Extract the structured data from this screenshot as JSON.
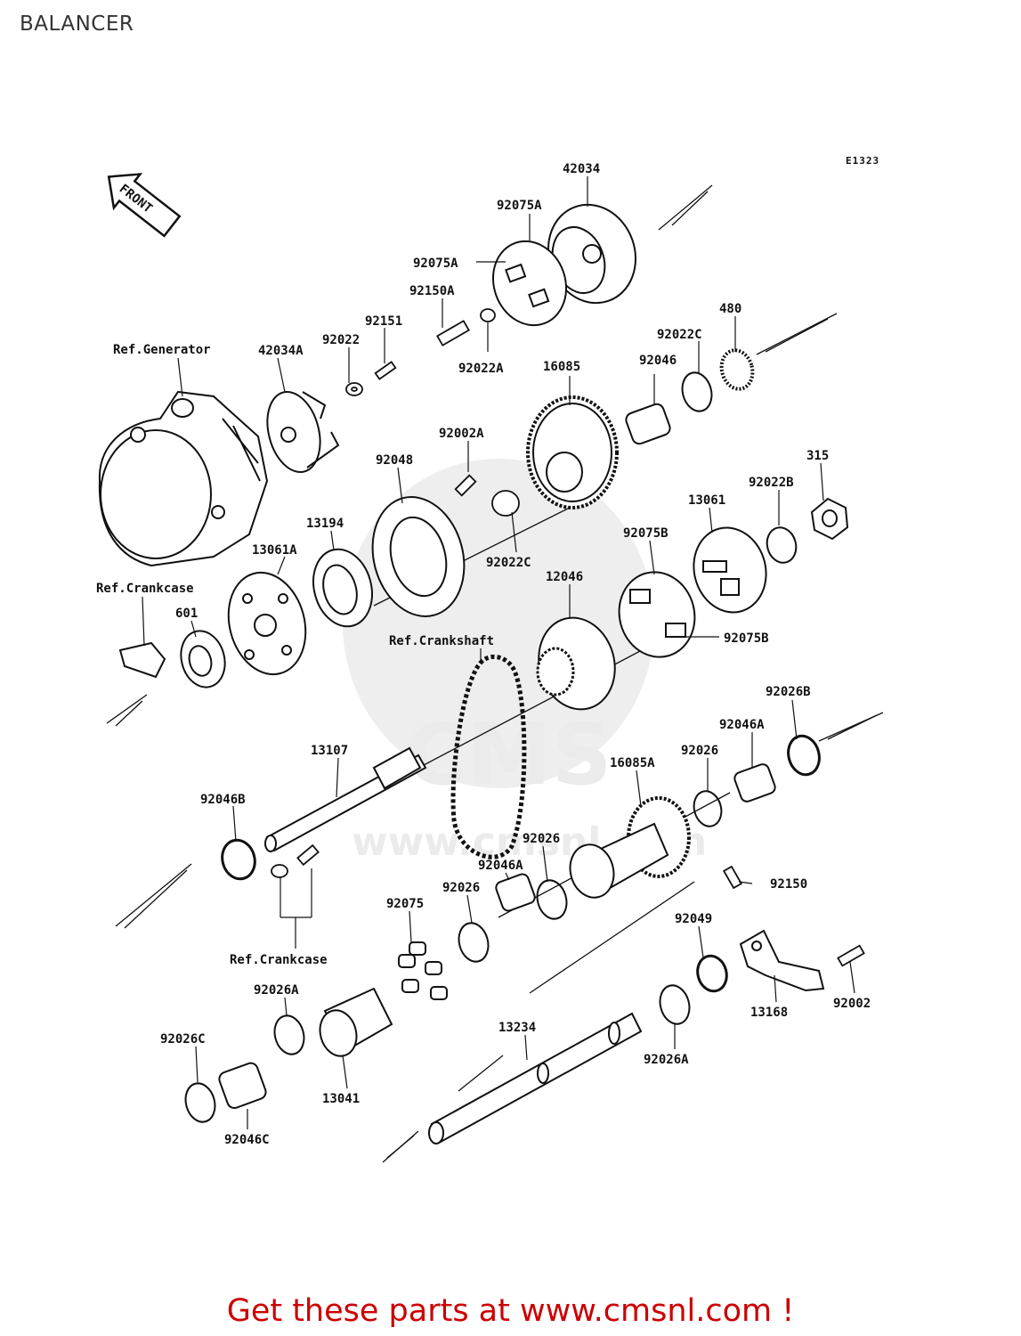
{
  "page_title": "BALANCER",
  "drawing_code": "E1323",
  "front_label": "FRONT",
  "footer_text": "Get these parts at www.cmsnl.com !",
  "colors": {
    "footer": "#cc0000",
    "ink": "#111111"
  },
  "labels": {
    "p42034": "42034",
    "p92075A_1": "92075A",
    "p92075A_2": "92075A",
    "p92150A": "92150A",
    "p92151": "92151",
    "p92022": "92022",
    "p42034A": "42034A",
    "ref_generator": "Ref.Generator",
    "p92022A": "92022A",
    "p480": "480",
    "p92022C_1": "92022C",
    "p92046_1": "92046",
    "p16085": "16085",
    "p92002A": "92002A",
    "p92048": "92048",
    "p315": "315",
    "p13061": "13061",
    "p92022B": "92022B",
    "p92075B_1": "92075B",
    "p13194": "13194",
    "p13061A": "13061A",
    "p92022C_2": "92022C",
    "p12046": "12046",
    "ref_crankcase_1": "Ref.Crankcase",
    "p601": "601",
    "ref_crankshaft": "Ref.Crankshaft",
    "p92075B_2": "92075B",
    "p92026B": "92026B",
    "p92046A_1": "92046A",
    "p13107": "13107",
    "p92026_1": "92026",
    "p16085A": "16085A",
    "p92046B": "92046B",
    "p92026_2": "92026",
    "p92046A_2": "92046A",
    "p92150": "92150",
    "p92026_3": "92026",
    "p92075": "92075",
    "p92049": "92049",
    "ref_crankcase_2": "Ref.Crankcase",
    "p92026A_1": "92026A",
    "p13168": "13168",
    "p92002": "92002",
    "p13234": "13234",
    "p92026C": "92026C",
    "p13041": "13041",
    "p92026A_2": "92026A",
    "p92046C": "92046C"
  }
}
